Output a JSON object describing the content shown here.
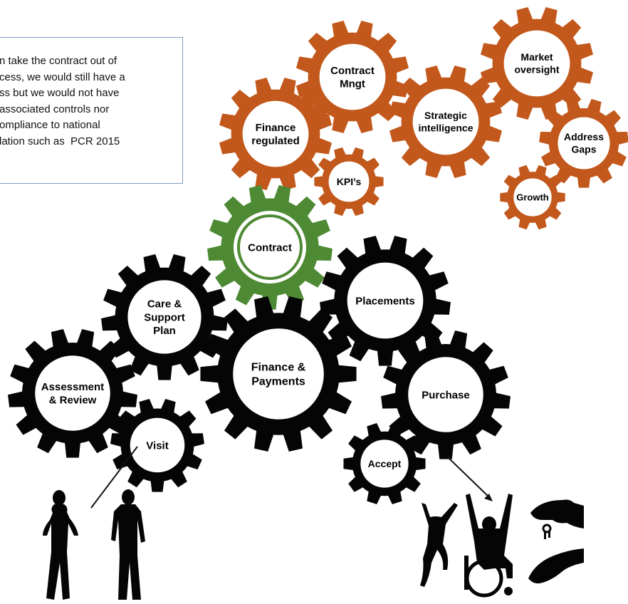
{
  "info_box": {
    "lines": [
      "n take the contract out of",
      "cess, we would still have a",
      "ss but we would not have",
      "associated controls nor",
      "ompliance to national",
      "lation such as  PCR 2015"
    ]
  },
  "colors": {
    "orange": "#c2581c",
    "green": "#4e8a33",
    "black": "#050505"
  },
  "gears": [
    {
      "id": "market-oversight",
      "color": "orange",
      "lines": [
        "Market",
        "oversight"
      ]
    },
    {
      "id": "contract-mngt",
      "color": "orange",
      "lines": [
        "Contract",
        "Mngt"
      ]
    },
    {
      "id": "strategic-intelligence",
      "color": "orange",
      "lines": [
        "Strategic",
        "intelligence"
      ]
    },
    {
      "id": "finance-regulated",
      "color": "orange",
      "lines": [
        "Finance",
        "regulated"
      ]
    },
    {
      "id": "address-gaps",
      "color": "orange",
      "lines": [
        "Address",
        "Gaps"
      ]
    },
    {
      "id": "kpis",
      "color": "orange",
      "lines": [
        "KPI’s"
      ]
    },
    {
      "id": "growth",
      "color": "orange",
      "lines": [
        "Growth"
      ]
    },
    {
      "id": "contract",
      "color": "green",
      "lines": [
        "Contract"
      ]
    },
    {
      "id": "care-support-plan",
      "color": "black",
      "lines": [
        "Care &",
        "Support",
        "Plan"
      ]
    },
    {
      "id": "placements",
      "color": "black",
      "lines": [
        "Placements"
      ]
    },
    {
      "id": "finance-payments",
      "color": "black",
      "lines": [
        "Finance &",
        "Payments"
      ]
    },
    {
      "id": "assessment-review",
      "color": "black",
      "lines": [
        "Assessment",
        "& Review"
      ]
    },
    {
      "id": "purchase",
      "color": "black",
      "lines": [
        "Purchase"
      ]
    },
    {
      "id": "visit",
      "color": "black",
      "lines": [
        "Visit"
      ]
    },
    {
      "id": "accept",
      "color": "black",
      "lines": [
        "Accept"
      ]
    }
  ],
  "people": {
    "left": [
      "woman-silhouette",
      "man-silhouette"
    ],
    "right": [
      "jumping-woman-silhouette",
      "wheelchair-user-silhouette",
      "key-handover-silhouette"
    ]
  }
}
